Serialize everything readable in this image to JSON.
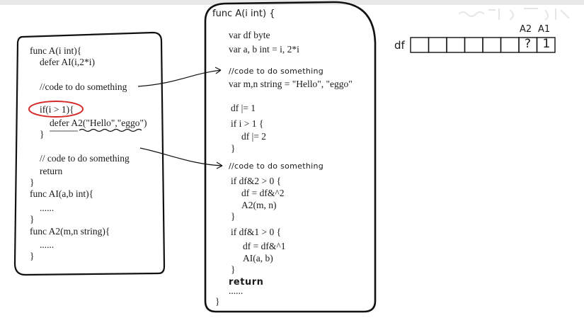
{
  "left_panel": {
    "lines": [
      "func A(i int){",
      "defer AI(i,2*i)",
      "//code to do something",
      "if(i > 1){",
      "defer A2(\"Hello\",\"eggo\")",
      "}",
      "// code to do something",
      "return",
      "}",
      "func AI(a,b int){",
      "......",
      "}",
      "func A2(m,n string){",
      "......",
      "}"
    ]
  },
  "middle_panel": {
    "title": "func A(i int) {",
    "lines": [
      "var df byte",
      "var a, b int = i, 2*i",
      "//code to do something",
      "var m,n string = \"Hello\", \"eggo\"",
      "df |= 1",
      "if i > 1 {",
      "df |= 2",
      "}",
      "//code to do something",
      "if df&2 > 0 {",
      "df = df&^2",
      "A2(m, n)",
      "}",
      "if df&1 > 0 {",
      "df = df&^1",
      "AI(a, b)",
      "}",
      "return",
      "......",
      "}"
    ]
  },
  "bitfield": {
    "label": "df",
    "header_a2": "A2",
    "header_a1": "A1",
    "cells": [
      "",
      "",
      "",
      "",
      "",
      "",
      "?",
      "1"
    ]
  }
}
